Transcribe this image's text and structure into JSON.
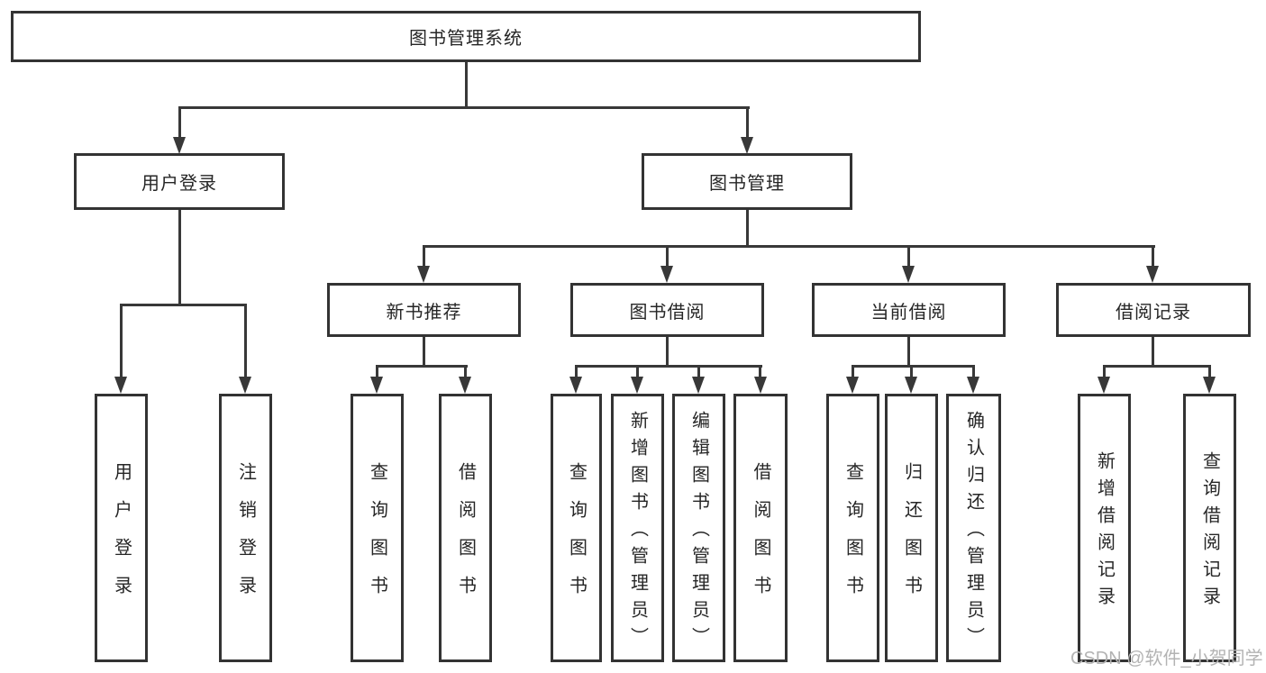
{
  "tree": {
    "label": "图书管理系统",
    "children": [
      {
        "label": "用户登录",
        "children": [
          {
            "label": "用户登录"
          },
          {
            "label": "注销登录"
          }
        ]
      },
      {
        "label": "图书管理",
        "children": [
          {
            "label": "新书推荐",
            "children": [
              {
                "label": "查询图书"
              },
              {
                "label": "借阅图书"
              }
            ]
          },
          {
            "label": "图书借阅",
            "children": [
              {
                "label": "查询图书"
              },
              {
                "label": "新增图书（管理员）"
              },
              {
                "label": "编辑图书（管理员）"
              },
              {
                "label": "借阅图书"
              }
            ]
          },
          {
            "label": "当前借阅",
            "children": [
              {
                "label": "查询图书"
              },
              {
                "label": "归还图书"
              },
              {
                "label": "确认归还（管理员）"
              }
            ]
          },
          {
            "label": "借阅记录",
            "children": [
              {
                "label": "新增借阅记录"
              },
              {
                "label": "查询借阅记录"
              }
            ]
          }
        ]
      }
    ]
  },
  "watermark": {
    "text": "CSDN @软件_小贺同学"
  },
  "colors": {
    "line": "#383838",
    "box_border": "#333333",
    "text": "#262626",
    "watermark": "#b3b3b3",
    "background": "#ffffff"
  }
}
